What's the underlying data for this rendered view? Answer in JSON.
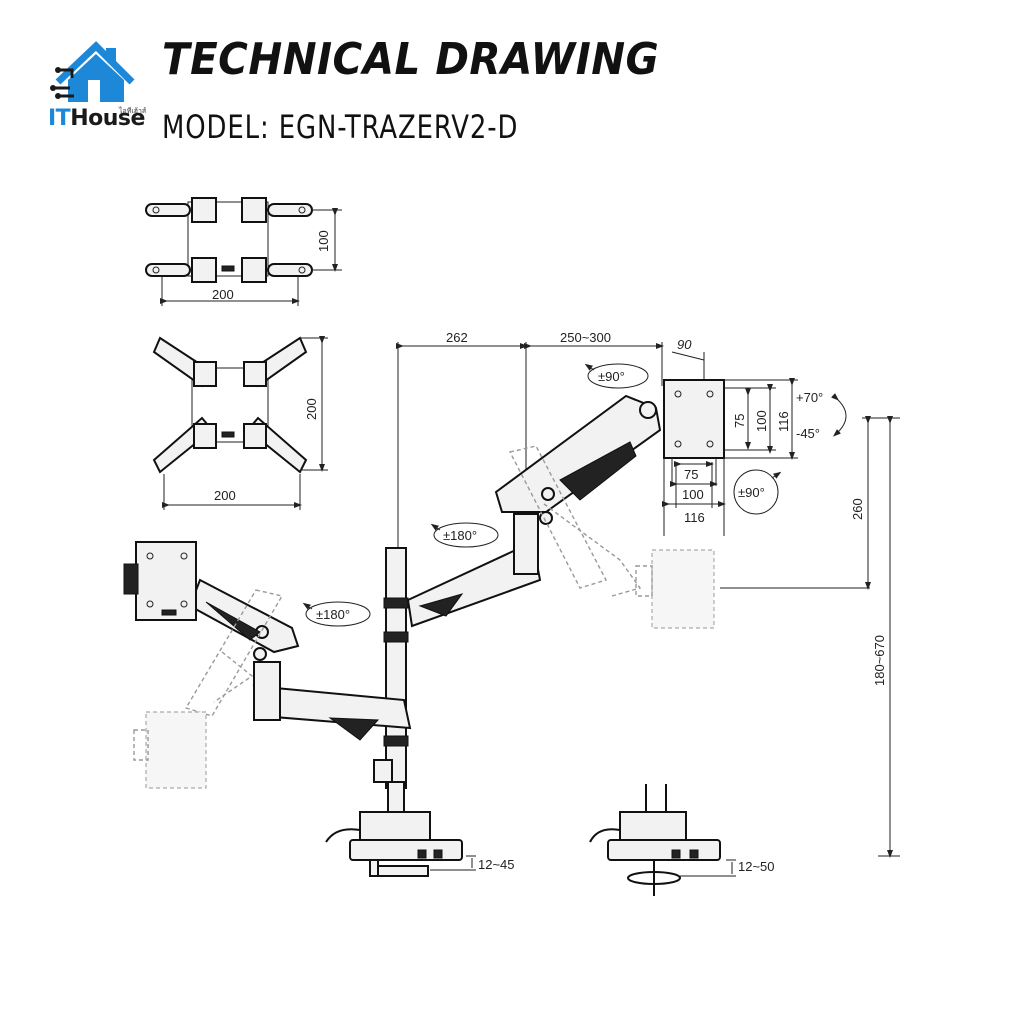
{
  "logo": {
    "brand_it": "IT",
    "brand_house": "House",
    "brand_thai": "ไอทีเฮ้าส์",
    "icon": "house-circuit-icon",
    "accent": "#1e88d8"
  },
  "header": {
    "title": "TECHNICAL DRAWING",
    "model": "MODEL: EGN-TRAZERV2-D"
  },
  "vesa_top": {
    "height": "100",
    "width": "200"
  },
  "vesa_bottom": {
    "height": "200",
    "width": "200"
  },
  "arm": {
    "reach_base": "262",
    "reach_extension": "250~300",
    "plate_offset": "90",
    "rotate_plate": "±90°",
    "rotate_arm_upper": "±180°",
    "rotate_arm_left": "±180°",
    "rotate_screen": "±90°",
    "tilt_up": "+70°",
    "tilt_down": "-45°",
    "plate_inner_v": "75",
    "plate_mid_v": "100",
    "plate_outer_v": "116",
    "plate_inner_h": "75",
    "plate_mid_h": "100",
    "plate_outer_h": "116",
    "height_travel": "260",
    "pole_height": "180~670",
    "clamp_range": "12~45",
    "grommet_range": "12~50"
  }
}
